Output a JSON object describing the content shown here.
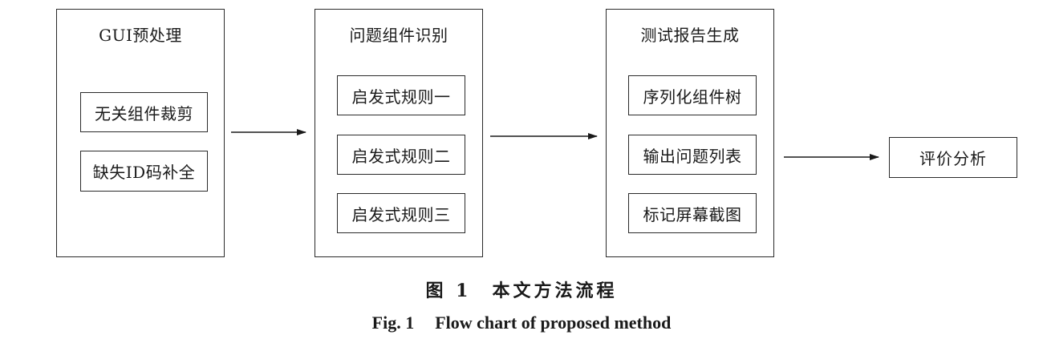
{
  "diagram": {
    "groups": [
      {
        "title": "GUI预处理",
        "items": [
          "无关组件裁剪",
          "缺失ID码补全"
        ]
      },
      {
        "title": "问题组件识别",
        "items": [
          "启发式规则一",
          "启发式规则二",
          "启发式规则三"
        ]
      },
      {
        "title": "测试报告生成",
        "items": [
          "序列化组件树",
          "输出问题列表",
          "标记屏幕截图"
        ]
      }
    ],
    "final_step": "评价分析"
  },
  "caption": {
    "cn_number": "图 1",
    "cn_text": "本文方法流程",
    "en_number": "Fig. 1",
    "en_text": "Flow chart of proposed method"
  }
}
